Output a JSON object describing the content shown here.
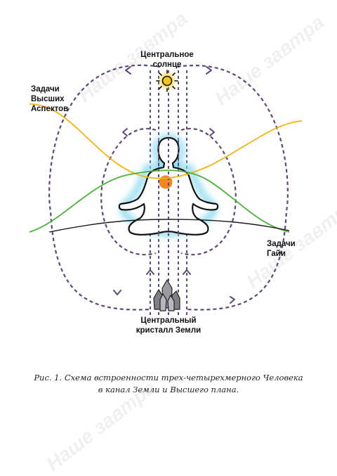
{
  "labels": {
    "central_sun": [
      "Центральное",
      "солнце"
    ],
    "higher_aspects": [
      "Задачи",
      "Высших",
      "Аспектов"
    ],
    "gaia": [
      "Задачи",
      "Гайи"
    ],
    "earth_crystal": [
      "Центральный",
      "кристалл Земли"
    ]
  },
  "caption": {
    "line1": "Рис. 1. Схема встроенности трех-четырехмерного Человека",
    "line2": "в канал Земли и Высшего плана."
  },
  "watermark": "Наше завтра",
  "colors": {
    "dashed_loop": "#5e4a74",
    "yellow_line": "#f2b318",
    "green_line": "#4caf3c",
    "black_line": "#1a1a1a",
    "aura": "#7fd6ec",
    "heart": "#f0852a",
    "sun": "#f5c518",
    "crystal": "#9a9aa2"
  },
  "icons": {
    "sun": "sun-icon",
    "figure": "meditating-figure-icon",
    "heart": "heart-chakra-icon",
    "crystal": "crystal-icon"
  }
}
